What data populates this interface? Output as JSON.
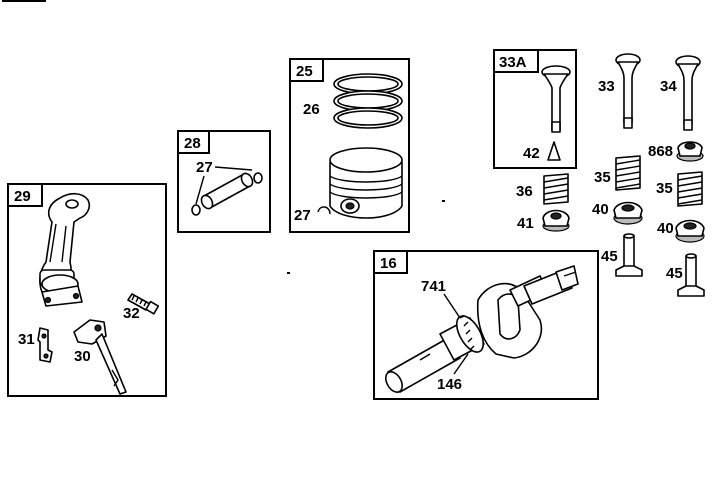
{
  "groups": {
    "rod": "29",
    "pin": "28",
    "piston": "25",
    "valve": "33A",
    "crank": "16"
  },
  "labels": {
    "conn_rod_bolt": "32",
    "lock_plate": "31",
    "dipper": "30",
    "pin_clip": "27",
    "ring_set": "26",
    "piston_clip": "27",
    "valve_33": "33",
    "valve_34": "34",
    "retainer_42": "42",
    "seal_868": "868",
    "spring_a": "35",
    "spring_b": "35",
    "spring_36": "36",
    "retainer_a": "40",
    "retainer_b": "40",
    "retainer_41": "41",
    "tappet_a": "45",
    "tappet_b": "45",
    "gear_741": "741",
    "key_146": "146"
  }
}
